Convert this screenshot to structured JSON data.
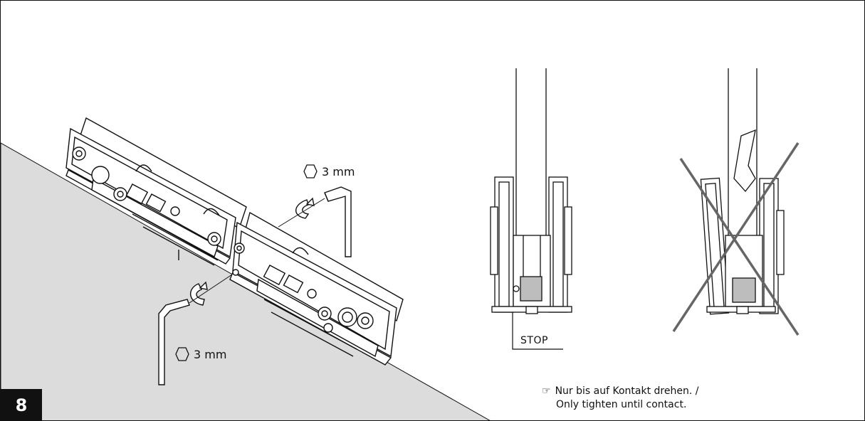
{
  "step": {
    "number": "8"
  },
  "tool_labels": [
    {
      "text": "3 mm",
      "icon": "hex-key-icon"
    },
    {
      "text": "3 mm",
      "icon": "hex-key-icon"
    }
  ],
  "detail": {
    "stop_label": "STOP"
  },
  "note": {
    "icon": "pointing-hand-icon",
    "line1": "Nur bis auf Kontakt drehen. /",
    "line2": "Only tighten until contact."
  },
  "colors": {
    "line": "#111111",
    "floor": "#dcdcdc",
    "block": "#bdbdbd"
  }
}
